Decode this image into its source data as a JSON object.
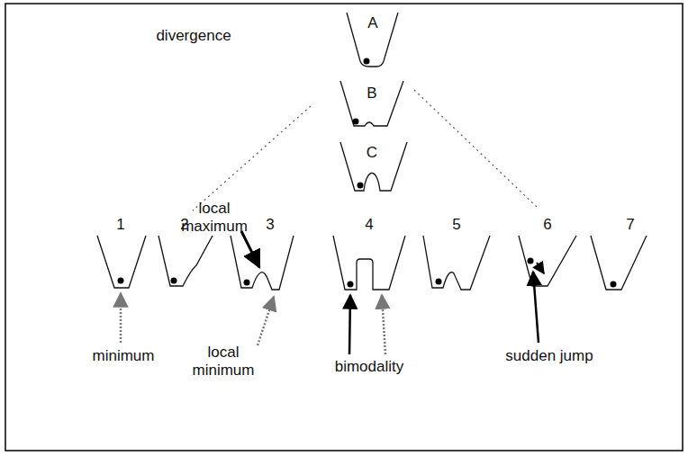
{
  "diagram": {
    "labels": [
      "divergence",
      "A",
      "B",
      "C",
      "local maximum",
      "1",
      "2",
      "3",
      "4",
      "5",
      "6",
      "7",
      "minimum",
      "local minimum",
      "bimodality",
      "sudden jump"
    ]
  }
}
